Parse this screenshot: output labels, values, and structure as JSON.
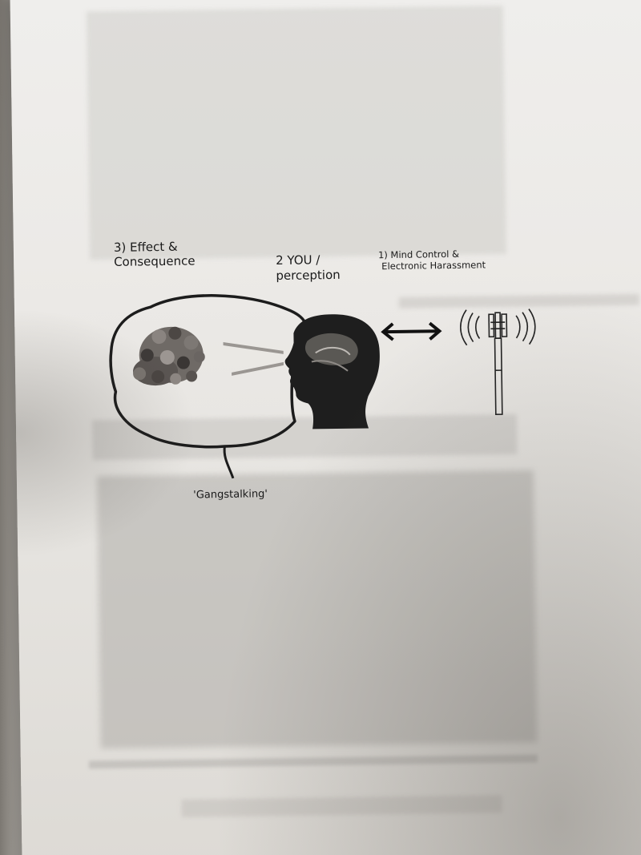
{
  "diagram": {
    "label_effect_line1": "3) Effect &",
    "label_effect_line2": "Consequence",
    "label_you_line1": "2 YOU /",
    "label_you_line2": "perception",
    "label_mind_line1": "1) Mind Control &",
    "label_mind_line2": "Electronic Harassment",
    "label_bubble": "'Gangstalking'"
  },
  "icons": {
    "head": "head-silhouette-icon",
    "tower": "radio-tower-icon",
    "arrow": "double-arrow-icon",
    "crowd": "crowd-icon"
  }
}
